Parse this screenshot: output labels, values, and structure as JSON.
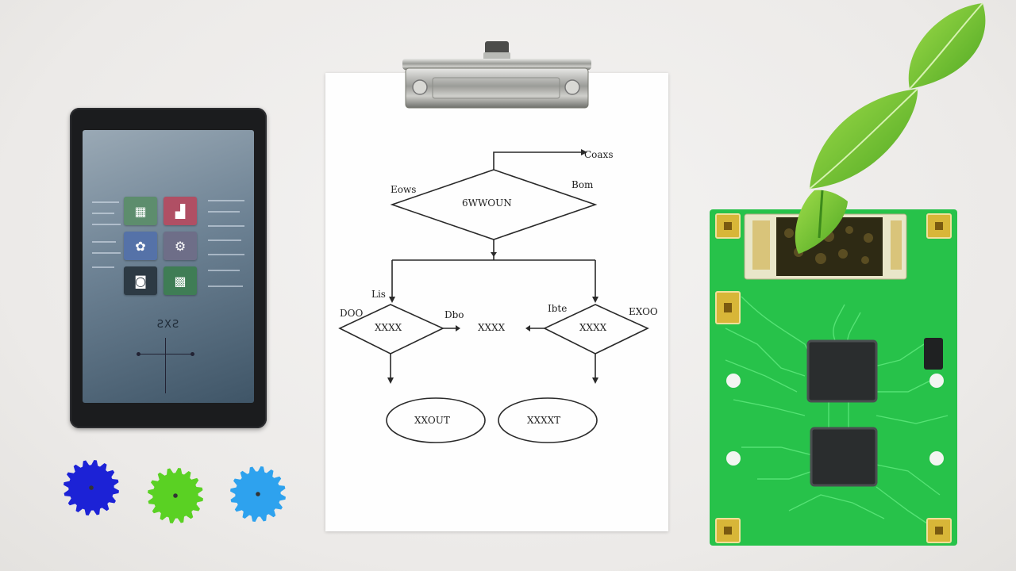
{
  "tablet": {
    "tiles": [
      {
        "icon": "grid-icon",
        "glyph": "▦",
        "color": "#5d8d6d"
      },
      {
        "icon": "chart-icon",
        "glyph": "▟",
        "color": "#b04f64"
      },
      {
        "icon": "flower-icon",
        "glyph": "✿",
        "color": "#5572a8"
      },
      {
        "icon": "gear-icon",
        "glyph": "⚙",
        "color": "#6e6e88"
      },
      {
        "icon": "camera-icon",
        "glyph": "◙",
        "color": "#2d3a44"
      },
      {
        "icon": "qr-icon",
        "glyph": "▩",
        "color": "#3f7d55"
      }
    ],
    "screen_label": "ƧXƧ"
  },
  "flowchart": {
    "top_right_label": "Coaxs",
    "decision_top": "6WWOUN",
    "top_left_label": "Eows",
    "top_right_side_label": "Bom",
    "left_arrow_label": "Lis",
    "right_arrow_label": "Ibte",
    "left_decision_left": "DOO",
    "left_decision": "XXXX",
    "left_decision_right": "Dbo",
    "middle_text": "XXXX",
    "right_decision": "XXXX",
    "right_decision_right": "EXOO",
    "terminal_left": "XXOUT",
    "terminal_right": "XXXXT"
  },
  "gears": [
    {
      "name": "blue",
      "color": "#1c22d6"
    },
    {
      "name": "green",
      "color": "#5ad123"
    },
    {
      "name": "cyan",
      "color": "#2ea2ee"
    }
  ],
  "colors": {
    "pcb": "#27c24a",
    "trace": "#52e270",
    "pad": "#d8b638",
    "chip": "#2a2d2e",
    "leaf": "#6fc62c"
  }
}
